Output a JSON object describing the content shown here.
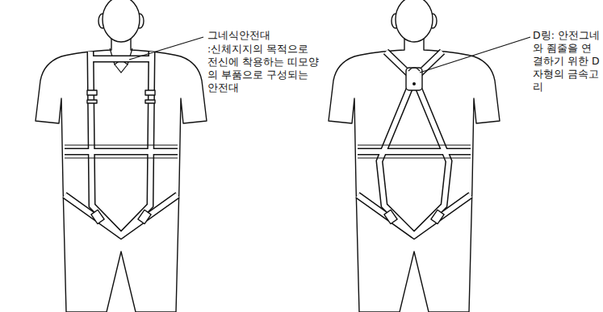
{
  "diagram": {
    "labels": [
      "그네식안전대",
      ":신체지지의 목적으로 전신에 착용하는 띠모양의 부품으로 구성되는 안전대",
      "D링: 안전그네와 죔줄을 연결하기 위한 D자형의 금속고리"
    ]
  }
}
